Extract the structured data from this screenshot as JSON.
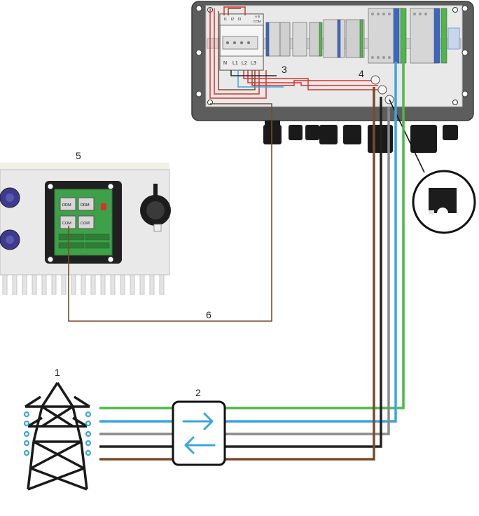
{
  "callouts": {
    "grid": "1",
    "meter_device": "2",
    "smart_meter": "3",
    "ct_clamps": "4",
    "inverter": "5",
    "comm_cable": "6"
  },
  "meter_labels": {
    "top": [
      "I1",
      "I2",
      "I3"
    ],
    "com_top": "A B",
    "com": "COM",
    "bottom": [
      "N",
      "L1",
      "L2",
      "L3"
    ]
  },
  "inverter_ports": [
    "DRM",
    "DRM",
    "COM",
    "COM"
  ],
  "wire_colors": {
    "green": "#4db848",
    "blue": "#3aa6e0",
    "grey": "#8a8a8a",
    "black": "#222222",
    "brown": "#7a4a2a",
    "red": "#d8322c"
  },
  "icons": {
    "pylon": "power-pylon-icon",
    "bidirectional": "bidirectional-arrows-icon",
    "ct": "ct-clamp-icon"
  }
}
